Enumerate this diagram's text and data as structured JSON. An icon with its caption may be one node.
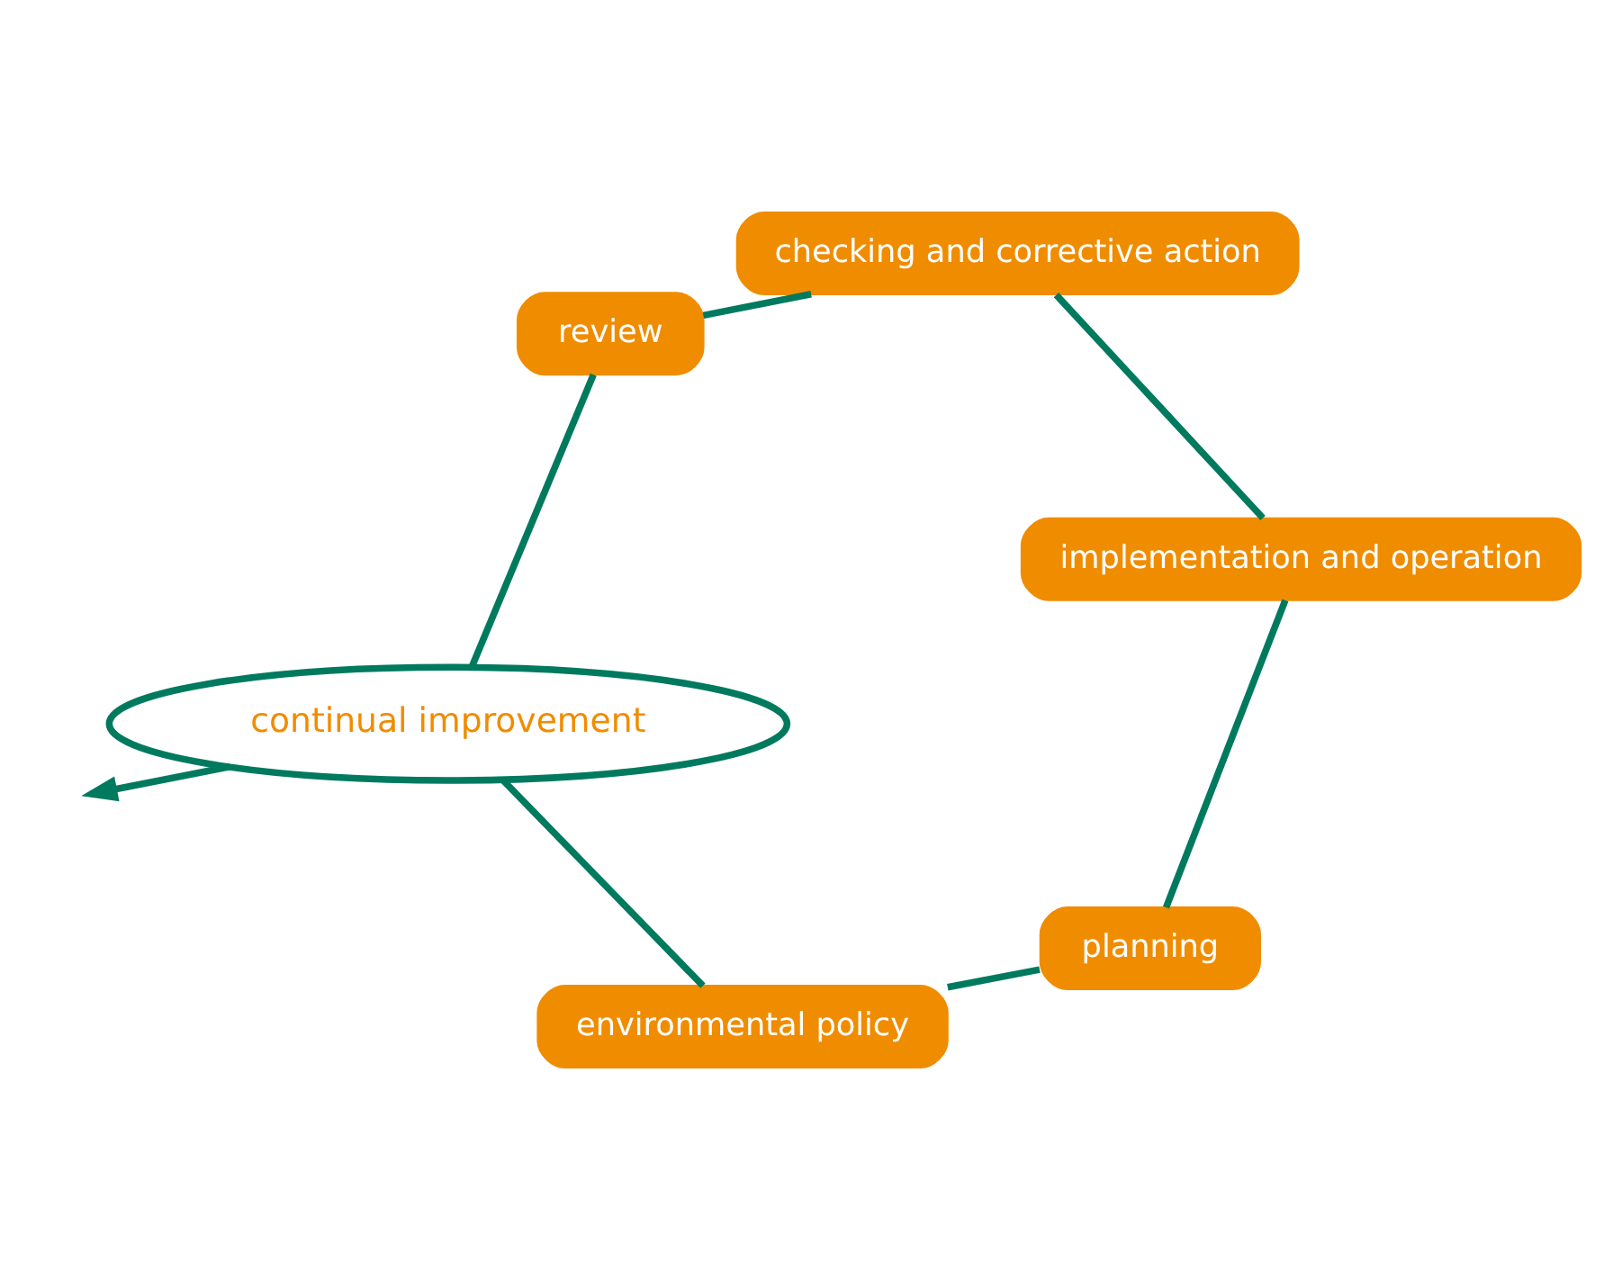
{
  "diagram": {
    "nodes": [
      {
        "text": [
          "environmental policy"
        ]
      },
      {
        "text": [
          "planning"
        ]
      },
      {
        "text": [
          "implementation and operation"
        ]
      },
      {
        "text": [
          "checking and corrective action"
        ]
      },
      {
        "text": [
          "review"
        ]
      },
      {
        "text": [
          "continual improvement"
        ]
      }
    ],
    "edges": [
      {
        "from": 0,
        "to": 1,
        "arrow": "none"
      },
      {
        "from": 1,
        "to": 2,
        "arrow": "none"
      },
      {
        "from": 2,
        "to": 3,
        "arrow": "none"
      },
      {
        "from": 3,
        "to": 4,
        "arrow": "none"
      },
      {
        "from": 4,
        "to": 5,
        "arrow": "none"
      },
      {
        "from": 0,
        "to": 5,
        "arrow": "none"
      },
      {
        "from": 5,
        "to": null,
        "arrow": "to"
      }
    ]
  }
}
